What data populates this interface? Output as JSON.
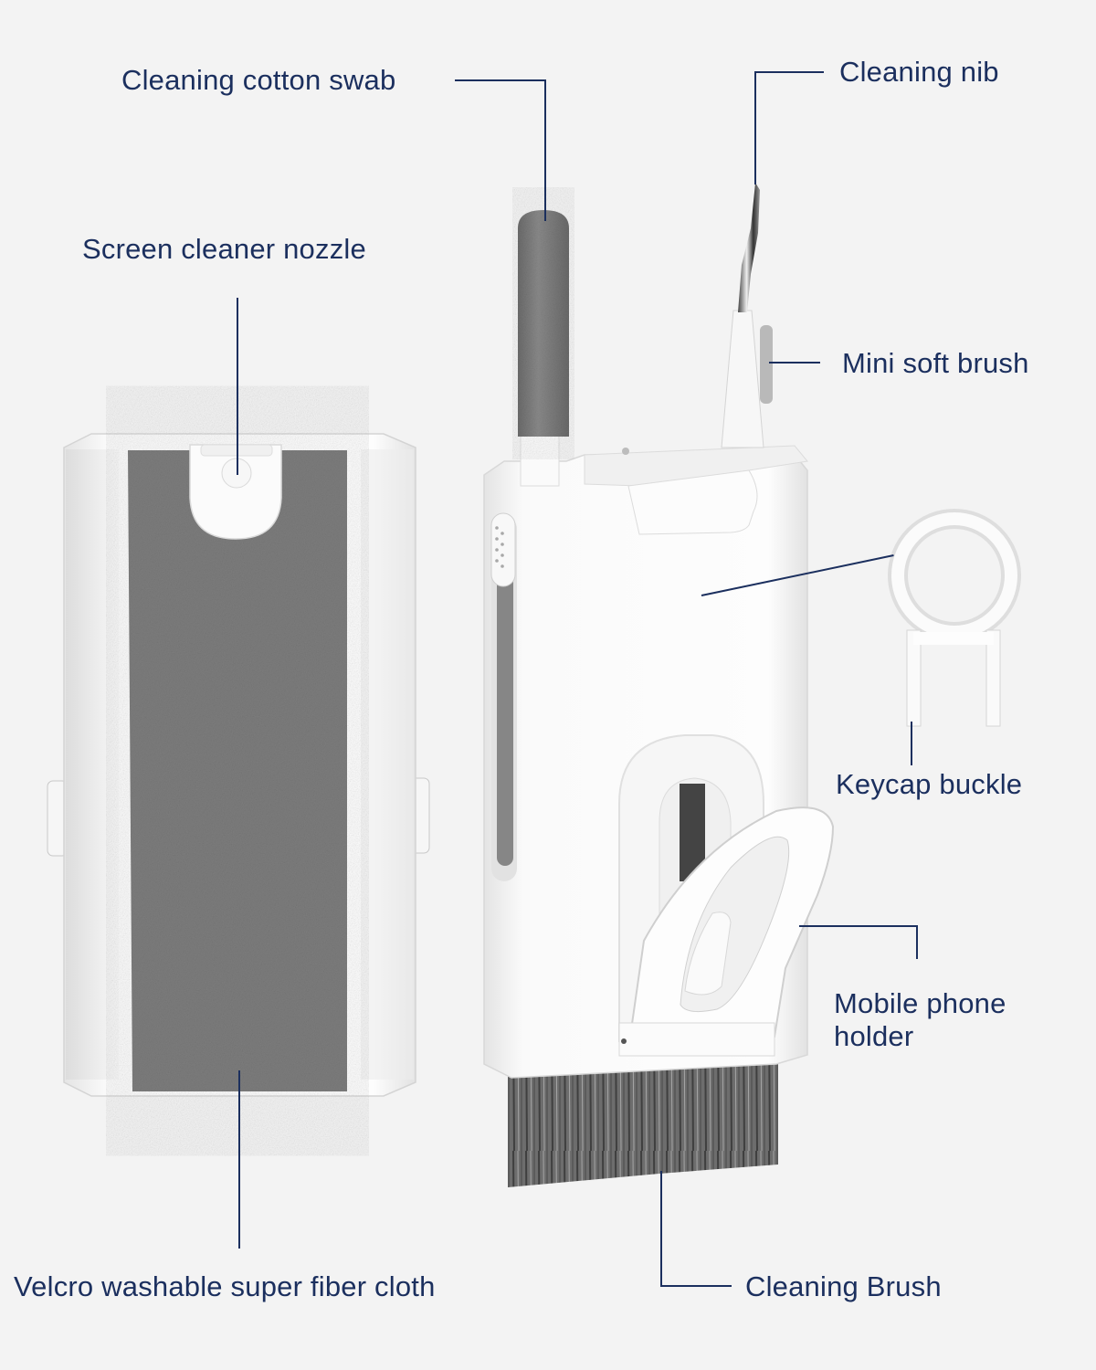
{
  "labels": {
    "swab": "Cleaning cotton swab",
    "nib": "Cleaning nib",
    "nozzle": "Screen cleaner nozzle",
    "mini_brush": "Mini soft brush",
    "keycap": "Keycap buckle",
    "phone_holder": "Mobile phone\nholder",
    "cloth": "Velcro washable super fiber cloth",
    "brush": "Cleaning Brush"
  },
  "colors": {
    "background": "#f3f3f3",
    "label_text": "#1b2f5e",
    "leader_line": "#1b2f5e",
    "device_body": "#ffffff",
    "fiber_cloth": "#7d7d7d",
    "swab_foam": "#7a7a7a",
    "brush_bristles": "#6a6a6a"
  }
}
